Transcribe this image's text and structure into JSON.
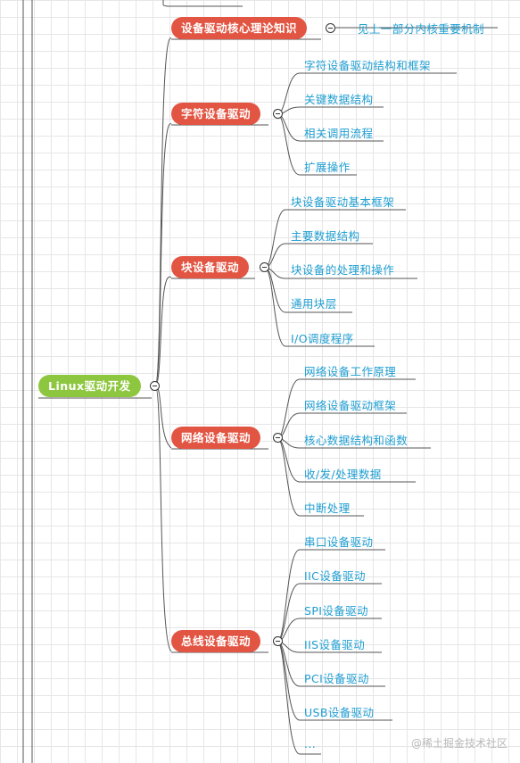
{
  "root": {
    "label": "Linux驱动开发",
    "color": "#8dc63f"
  },
  "colors": {
    "branch": "#e25543",
    "leaf_text": "#1f9ed2",
    "line": "#555555"
  },
  "branches": [
    {
      "label": "设备驱动核心理论知识",
      "children": [
        "见上一部分内核重要机制"
      ]
    },
    {
      "label": "字符设备驱动",
      "children": [
        "字符设备驱动结构和框架",
        "关键数据结构",
        "相关调用流程",
        "扩展操作"
      ]
    },
    {
      "label": "块设备驱动",
      "children": [
        "块设备驱动基本框架",
        "主要数据结构",
        "块设备的处理和操作",
        "通用块层",
        "I/O调度程序"
      ]
    },
    {
      "label": "网络设备驱动",
      "children": [
        "网络设备工作原理",
        "网络设备驱动框架",
        "核心数据结构和函数",
        "收/发/处理数据",
        "中断处理"
      ]
    },
    {
      "label": "总线设备驱动",
      "children": [
        "串口设备驱动",
        "IIC设备驱动",
        "SPI设备驱动",
        "IIS设备驱动",
        "PCI设备驱动",
        "USB设备驱动",
        "..."
      ]
    }
  ],
  "watermark": "@稀土掘金技术社区"
}
